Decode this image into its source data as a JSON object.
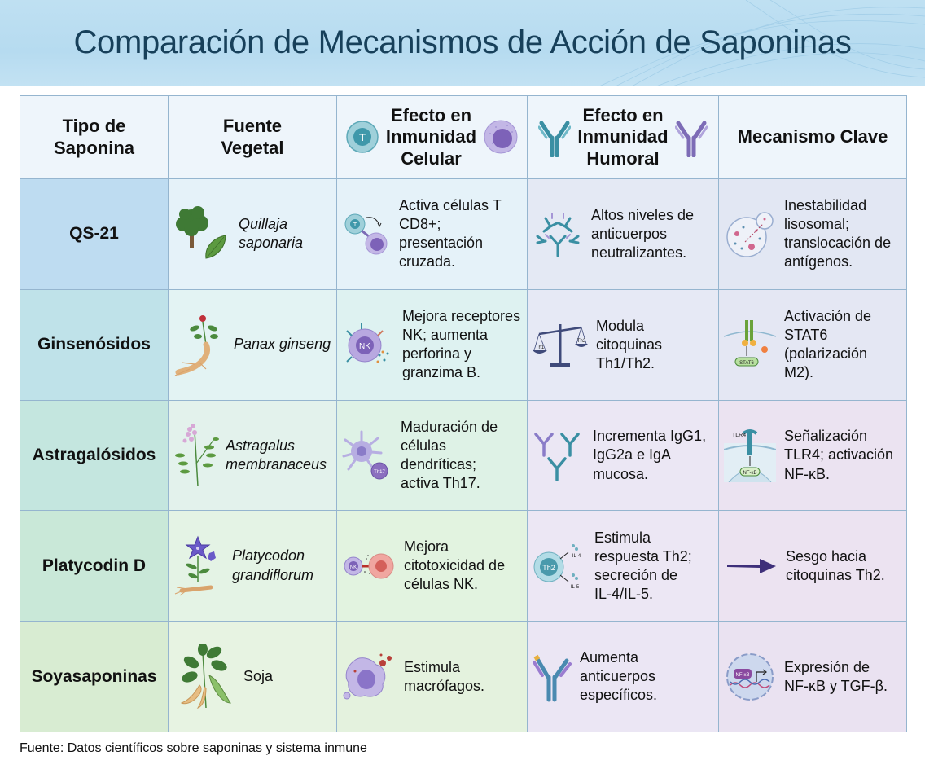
{
  "title": "Comparación de Mecanismos de Acción de Saponinas",
  "table": {
    "headers": [
      {
        "label_line1": "Tipo de",
        "label_line2": "Saponina",
        "label_line3": ""
      },
      {
        "label_line1": "Fuente",
        "label_line2": "Vegetal",
        "label_line3": ""
      },
      {
        "label_line1": "Efecto en",
        "label_line2": "Inmunidad",
        "label_line3": "Celular",
        "icon_left": "t-cell-icon",
        "icon_right": "immune-cell-icon"
      },
      {
        "label_line1": "Efecto en",
        "label_line2": "Inmunidad",
        "label_line3": "Humoral",
        "icon_left": "antibody-icon",
        "icon_right": "antibody-icon"
      },
      {
        "label_line1": "Mecanismo Clave",
        "label_line2": "",
        "label_line3": ""
      }
    ],
    "rows": [
      {
        "type": "QS-21",
        "source": {
          "line1": "Quillaja",
          "line2": "saponaria",
          "icon": "tree-leaf-icon"
        },
        "cellular": {
          "line1": "Activa células T",
          "line2": "CD8+; presentación",
          "line3": "cruzada.",
          "line4": "",
          "icon": "t-cell-interaction-icon",
          "icon_label": "T"
        },
        "humoral": {
          "line1": "Altos niveles de",
          "line2": "anticuerpos",
          "line3": "neutralizantes.",
          "line4": "",
          "icon": "antibody-cluster-icon"
        },
        "mechanism": {
          "line1": "Inestabilidad",
          "line2": "lisosomal;",
          "line3": "translocación de",
          "line4": "antígenos.",
          "icon": "lysosome-icon"
        }
      },
      {
        "type": "Ginsenósidos",
        "source": {
          "line1": "Panax ginseng",
          "line2": "",
          "icon": "ginseng-root-icon"
        },
        "cellular": {
          "line1": "Mejora receptores",
          "line2": "NK; aumenta",
          "line3": "perforina y",
          "line4": "granzima B.",
          "icon": "nk-cell-icon",
          "icon_label": "NK"
        },
        "humoral": {
          "line1": "Modula citoquinas",
          "line2": "Th1/Th2.",
          "line3": "",
          "line4": "",
          "icon": "balance-scale-icon",
          "icon_label_left": "Th1",
          "icon_label_right": "Th2"
        },
        "mechanism": {
          "line1": "Activación de",
          "line2": "STAT6",
          "line3": "(polarización",
          "line4": "M2).",
          "icon": "stat6-receptor-icon",
          "icon_label": "STAT6"
        }
      },
      {
        "type": "Astragalósidos",
        "source": {
          "line1": "Astragalus",
          "line2": "membranaceus",
          "icon": "astragalus-plant-icon"
        },
        "cellular": {
          "line1": "Maduración de",
          "line2": "células",
          "line3": "dendríticas;",
          "line4": "activa Th17.",
          "icon": "dendritic-cell-icon",
          "icon_label": "Th17"
        },
        "humoral": {
          "line1": "Incrementa IgG1,",
          "line2": "IgG2a e IgA",
          "line3": "mucosa.",
          "line4": "",
          "icon": "antibodies-three-icon"
        },
        "mechanism": {
          "line1": "Señalización",
          "line2": "TLR4; activación",
          "line3": "NF-κB.",
          "line4": "",
          "icon": "tlr4-receptor-icon",
          "icon_label": "TLR4"
        }
      },
      {
        "type": "Platycodin D",
        "source": {
          "line1": "Platycodon",
          "line2": "grandiflorum",
          "icon": "balloon-flower-icon"
        },
        "cellular": {
          "line1": "Mejora",
          "line2": "citotoxicidad de",
          "line3": "células NK.",
          "line4": "",
          "icon": "nk-cytotoxicity-icon",
          "icon_label": "NK"
        },
        "humoral": {
          "line1": "Estimula",
          "line2": "respuesta Th2;",
          "line3": "secreción de",
          "line4": "IL-4/IL-5.",
          "icon": "th2-cell-icon",
          "icon_label": "Th2",
          "icon_out1": "IL-4",
          "icon_out2": "IL-5"
        },
        "mechanism": {
          "line1": "Sesgo hacia",
          "line2": "citoquinas Th2.",
          "line3": "",
          "line4": "",
          "icon": "arrow-right-icon"
        }
      },
      {
        "type": "Soyasaponinas",
        "source": {
          "line1": "Soja",
          "line2": "",
          "icon": "soybean-plant-icon"
        },
        "cellular": {
          "line1": "Estimula",
          "line2": "macrófagos.",
          "line3": "",
          "line4": "",
          "icon": "macrophage-icon"
        },
        "humoral": {
          "line1": "Aumenta",
          "line2": "anticuerpos",
          "line3": "específicos.",
          "line4": "",
          "icon": "antibody-icon"
        },
        "mechanism": {
          "line1": "Expresión de",
          "line2": "NF-κB y TGF-β.",
          "line3": "",
          "line4": "",
          "icon": "gene-expression-icon"
        }
      }
    ]
  },
  "footer": {
    "source": "Fuente: Datos científicos sobre saponinas y sistema inmune"
  },
  "colors": {
    "title": "#17405a",
    "title_band": "#bfe0f2",
    "grid": "#95b5cf",
    "teal": "#3a8fa3",
    "purple": "#7d6cb6",
    "arrow": "#3e2f7a"
  }
}
